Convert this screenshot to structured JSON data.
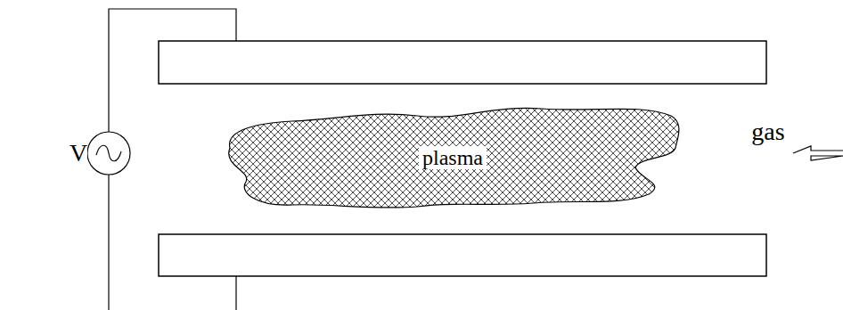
{
  "diagram": {
    "nodes": [
      {
        "text": [
          "plasma"
        ]
      }
    ],
    "labels": [
      "V",
      "gas"
    ]
  }
}
